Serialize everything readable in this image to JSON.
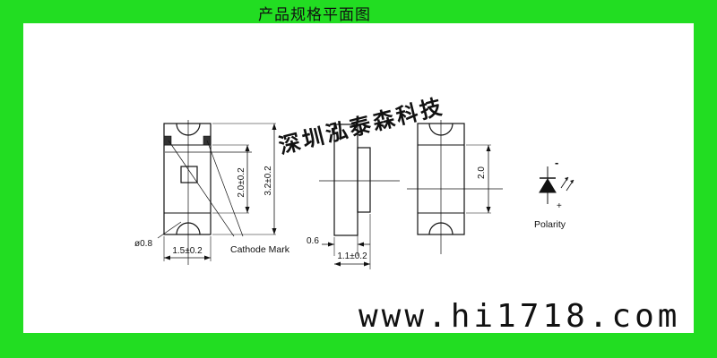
{
  "header": {
    "title": "产品规格平面图"
  },
  "labels": {
    "dim_2_0_pm": "2.0±0.2",
    "dim_3_2_pm": "3.2±0.2",
    "dim_1_5_pm": "1.5±0.2",
    "dim_0_8": "ø0.8",
    "cathode_mark": "Cathode Mark",
    "dim_0_6": "0.6",
    "dim_1_1_pm": "1.1±0.2",
    "dim_2_0": "2.0",
    "polarity": "Polarity",
    "minus_sign": "-",
    "plus_sign": "+"
  },
  "watermarks": {
    "company": "深圳泓泰森科技",
    "site": "www.hi1718.com"
  },
  "colors": {
    "background": "#22dd22",
    "panel": "#ffffff",
    "ink": "#111111"
  }
}
